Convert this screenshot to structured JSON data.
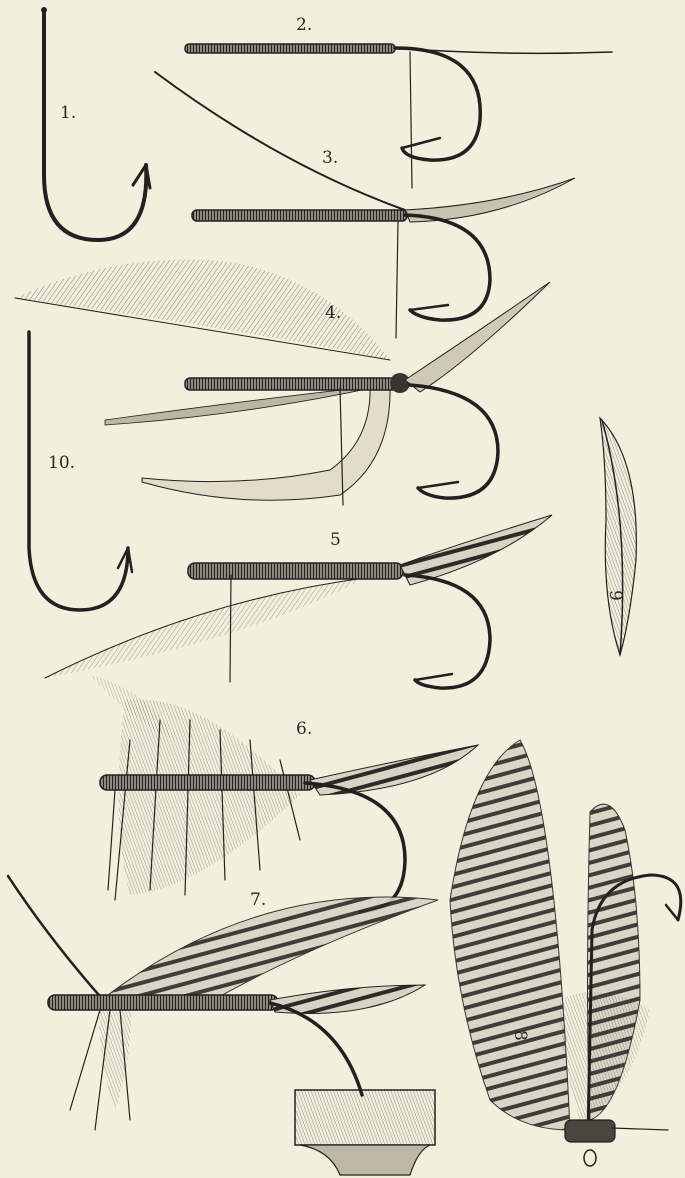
{
  "plate": {
    "background": "#f3efdf",
    "ink": "#24211d",
    "figure_labels": [
      "1.",
      "2.",
      "3.",
      "4.",
      "5",
      "6.",
      "7.",
      "8.",
      "9",
      "10."
    ]
  }
}
